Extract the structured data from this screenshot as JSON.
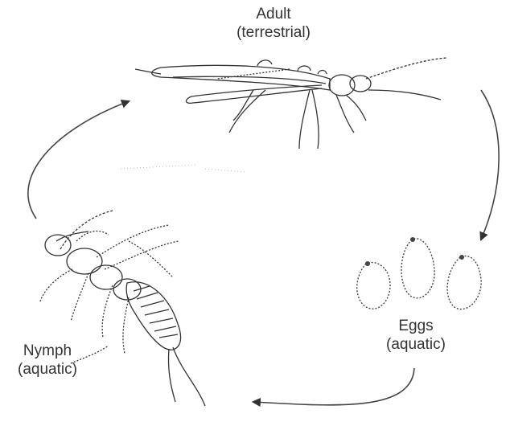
{
  "diagram": {
    "stages": {
      "adult": {
        "name": "Adult",
        "habitat": "(terrestrial)"
      },
      "eggs": {
        "name": "Eggs",
        "habitat": "(aquatic)"
      },
      "nymph": {
        "name": "Nymph",
        "habitat": "(aquatic)"
      }
    },
    "cycle_order": [
      "adult",
      "eggs",
      "nymph"
    ],
    "colors": {
      "ink": "#333333",
      "background": "#ffffff"
    },
    "icons": [
      "adult-stonefly-icon",
      "eggs-icon",
      "nymph-stonefly-icon"
    ]
  }
}
